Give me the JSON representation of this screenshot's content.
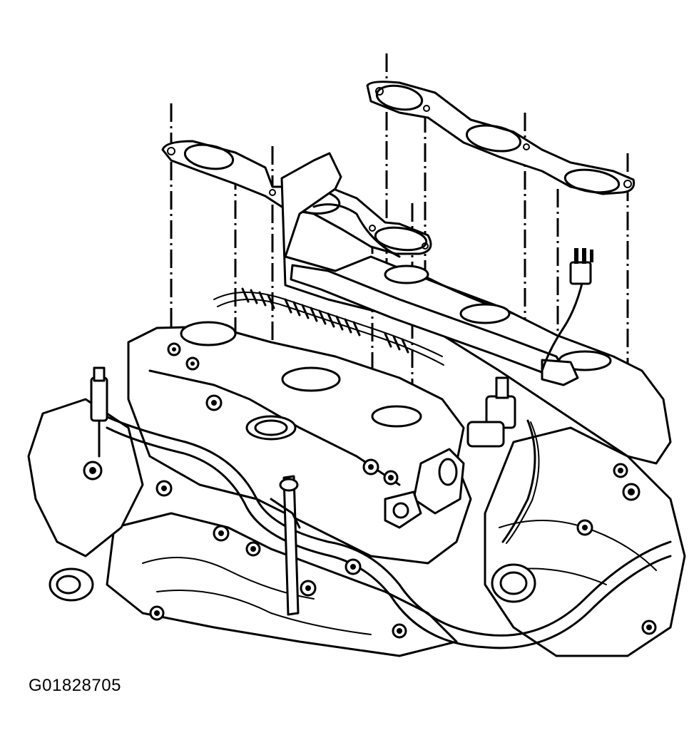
{
  "figure": {
    "id_label": "G01828705"
  },
  "parts": {
    "upper_gasket": "intake-manifold-gasket-rear",
    "lower_gasket": "intake-manifold-gasket-front",
    "engine": "cylinder-head-assembly"
  }
}
